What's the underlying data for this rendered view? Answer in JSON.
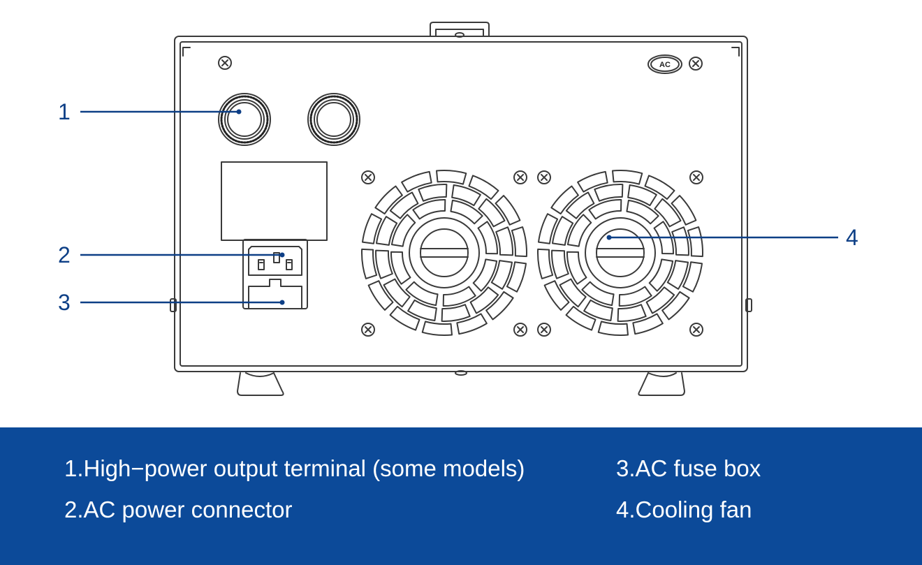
{
  "colors": {
    "accent": "#0c4a99",
    "callout": "#0d3f86",
    "outline": "#3a3a3a",
    "legend_text": "#ffffff"
  },
  "diagram": {
    "callouts": [
      "1",
      "2",
      "3",
      "4"
    ],
    "badge_text": "AC"
  },
  "legend": {
    "items": [
      "1.High−power output terminal (some models)",
      "2.AC power connector",
      "3.AC fuse box",
      "4.Cooling fan"
    ]
  }
}
